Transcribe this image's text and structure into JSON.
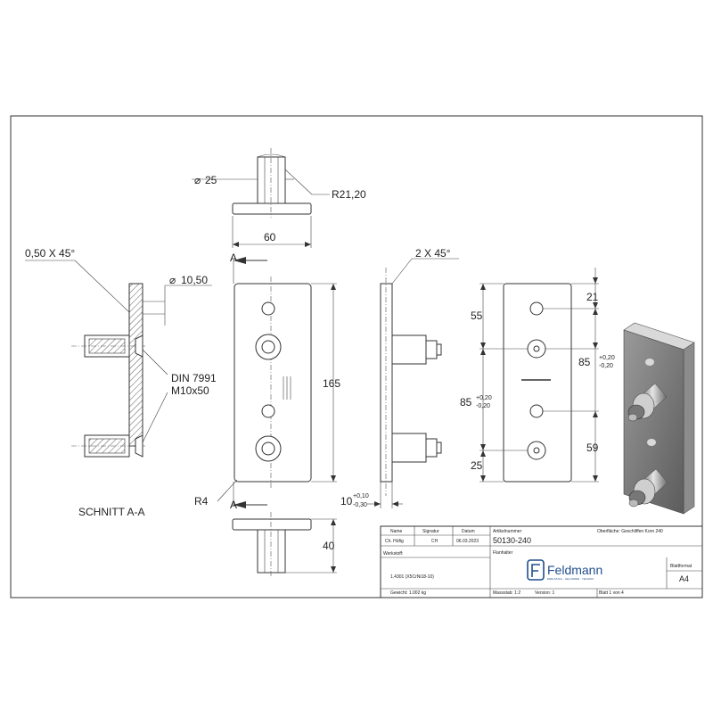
{
  "dimensions": {
    "diameter_25": "25",
    "radius_21_20": "R21,20",
    "width_60": "60",
    "chamfer_050": "0,50 X 45°",
    "diameter_10_50": "10,50",
    "bolt_std": "DIN 7991",
    "bolt_size": "M10x50",
    "height_165": "165",
    "radius_4": "R4",
    "chamfer_2": "2 X 45°",
    "dim_55": "55",
    "dim_21": "21",
    "dim_85_right": "85",
    "tol_plus_020": "+0,20",
    "tol_minus_020": "-0,20",
    "dim_85_left": "85",
    "tol_plus_020b": "+0,20",
    "tol_minus_020b": "-0,20",
    "dim_59": "59",
    "dim_25": "25",
    "thickness_10": "10",
    "tol_plus_010": "+0,10",
    "tol_minus_030": "-0,30",
    "dim_40": "40"
  },
  "labels": {
    "section_marker_top": "A",
    "section_marker_bottom": "A",
    "section_title": "SCHNITT A-A",
    "diameter_symbol": "⌀"
  },
  "title_block": {
    "col_name": "Name",
    "col_signatur": "Signatur",
    "col_datum": "Datum",
    "artikelnummer_label": "Artikelnummer",
    "oberflaeche": "Oberfläche:  Geschliffen Korn 240",
    "name_value": "Ch. Hüfig",
    "signatur_value": "CH",
    "datum_value": "06.03.2023",
    "article_number": "50130-240",
    "benennung_label": "Flanhalter",
    "werkstoff_label": "Werkstoff:",
    "werkstoff_value": "1.4301 (X5CrNi18-10)",
    "gewicht": "Gewicht: 1.002 kg",
    "massstab": "Massstab: 1:2",
    "version": "Version: 1",
    "blatt": "Blatt 1 von 4",
    "blattformat_label": "Blattformat",
    "blattformat_value": "A4",
    "brand": "Feldmann",
    "brand_tagline": "EDELSTAHL · GELÄNDER · TECHNIK"
  },
  "colors": {
    "line": "#333333",
    "render_dark": "#5a5a5a",
    "render_mid": "#8c8c8c",
    "render_light": "#d9d9d9",
    "brand_blue": "#1f4e8c"
  }
}
